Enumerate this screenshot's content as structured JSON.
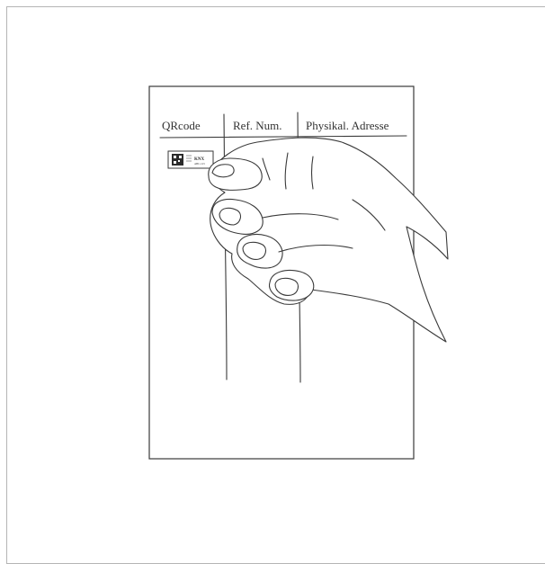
{
  "table": {
    "headers": [
      "QRcode",
      "Ref. Num.",
      "Physikal. Adresse"
    ]
  },
  "label": {
    "brand": "KNX",
    "subtext": "ABC-123"
  },
  "colors": {
    "line": "#3a3a3a",
    "frame": "#b5b5b5",
    "background": "#ffffff"
  }
}
